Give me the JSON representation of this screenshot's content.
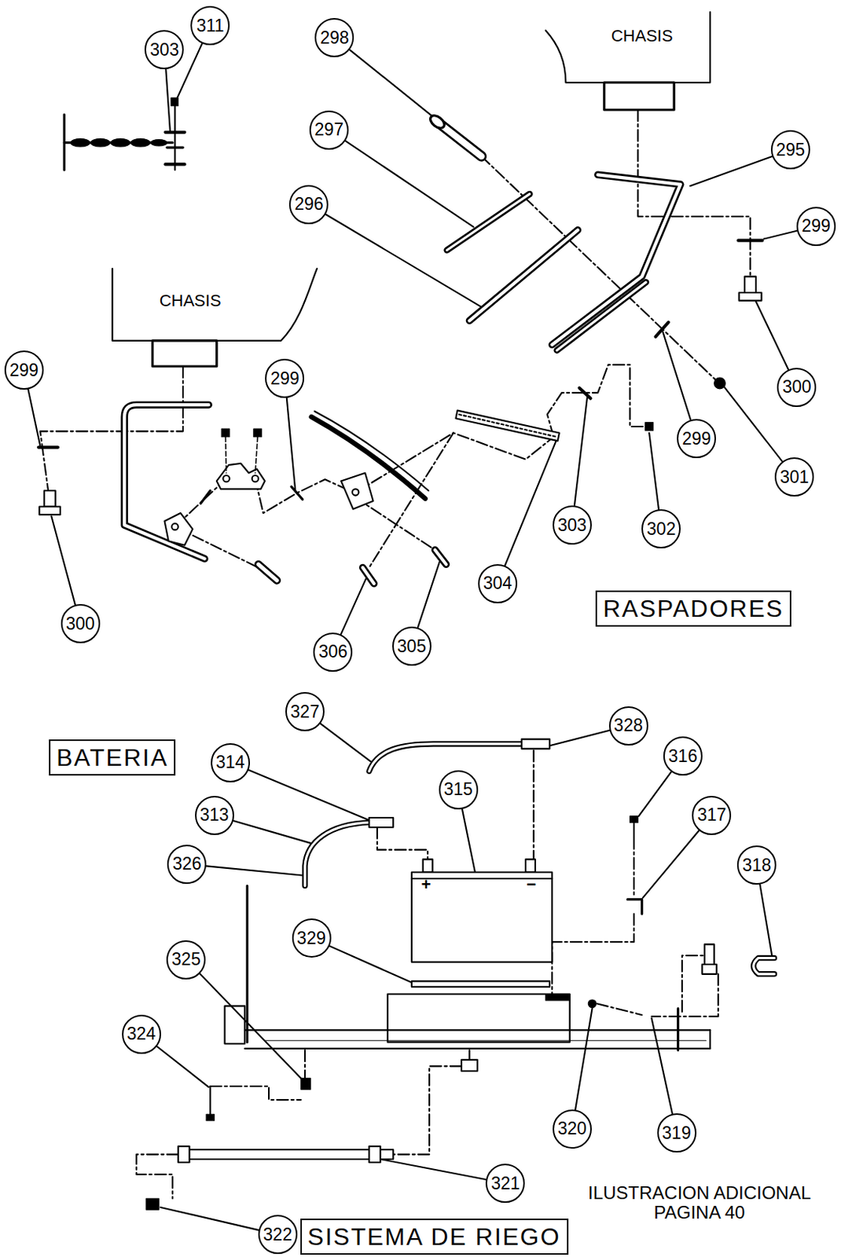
{
  "diagram": {
    "nodes": [
      {
        "text": [
          "311"
        ]
      },
      {
        "text": [
          "303"
        ]
      },
      {
        "text": [
          "298"
        ]
      },
      {
        "text": [
          "CHASIS"
        ]
      },
      {
        "text": [
          "297"
        ]
      },
      {
        "text": [
          "295"
        ]
      },
      {
        "text": [
          "296"
        ]
      },
      {
        "text": [
          "299"
        ]
      },
      {
        "text": [
          "CHASIS"
        ]
      },
      {
        "text": [
          "299"
        ]
      },
      {
        "text": [
          "299"
        ]
      },
      {
        "text": [
          "300"
        ]
      },
      {
        "text": [
          "299"
        ]
      },
      {
        "text": [
          "301"
        ]
      },
      {
        "text": [
          "303"
        ]
      },
      {
        "text": [
          "302"
        ]
      },
      {
        "text": [
          "304"
        ]
      },
      {
        "text": [
          "RASPADORES"
        ]
      },
      {
        "text": [
          "300"
        ]
      },
      {
        "text": [
          "305"
        ]
      },
      {
        "text": [
          "306"
        ]
      },
      {
        "text": [
          "327"
        ]
      },
      {
        "text": [
          "328"
        ]
      },
      {
        "text": [
          "BATERIA"
        ]
      },
      {
        "text": [
          "314"
        ]
      },
      {
        "text": [
          "316"
        ]
      },
      {
        "text": [
          "315"
        ]
      },
      {
        "text": [
          "313"
        ]
      },
      {
        "text": [
          "317"
        ]
      },
      {
        "text": [
          "326"
        ]
      },
      {
        "text": [
          "318"
        ]
      },
      {
        "text": [
          "329"
        ]
      },
      {
        "text": [
          "325"
        ]
      },
      {
        "text": [
          "324"
        ]
      },
      {
        "text": [
          "320"
        ]
      },
      {
        "text": [
          "319"
        ]
      },
      {
        "text": [
          "321"
        ]
      },
      {
        "text": [
          "322"
        ]
      },
      {
        "text": [
          "SISTEMA DE RIEGO"
        ]
      }
    ],
    "labels": [
      "ILUSTRACION ADICIONAL PAGINA 40",
      "+",
      "−"
    ]
  }
}
